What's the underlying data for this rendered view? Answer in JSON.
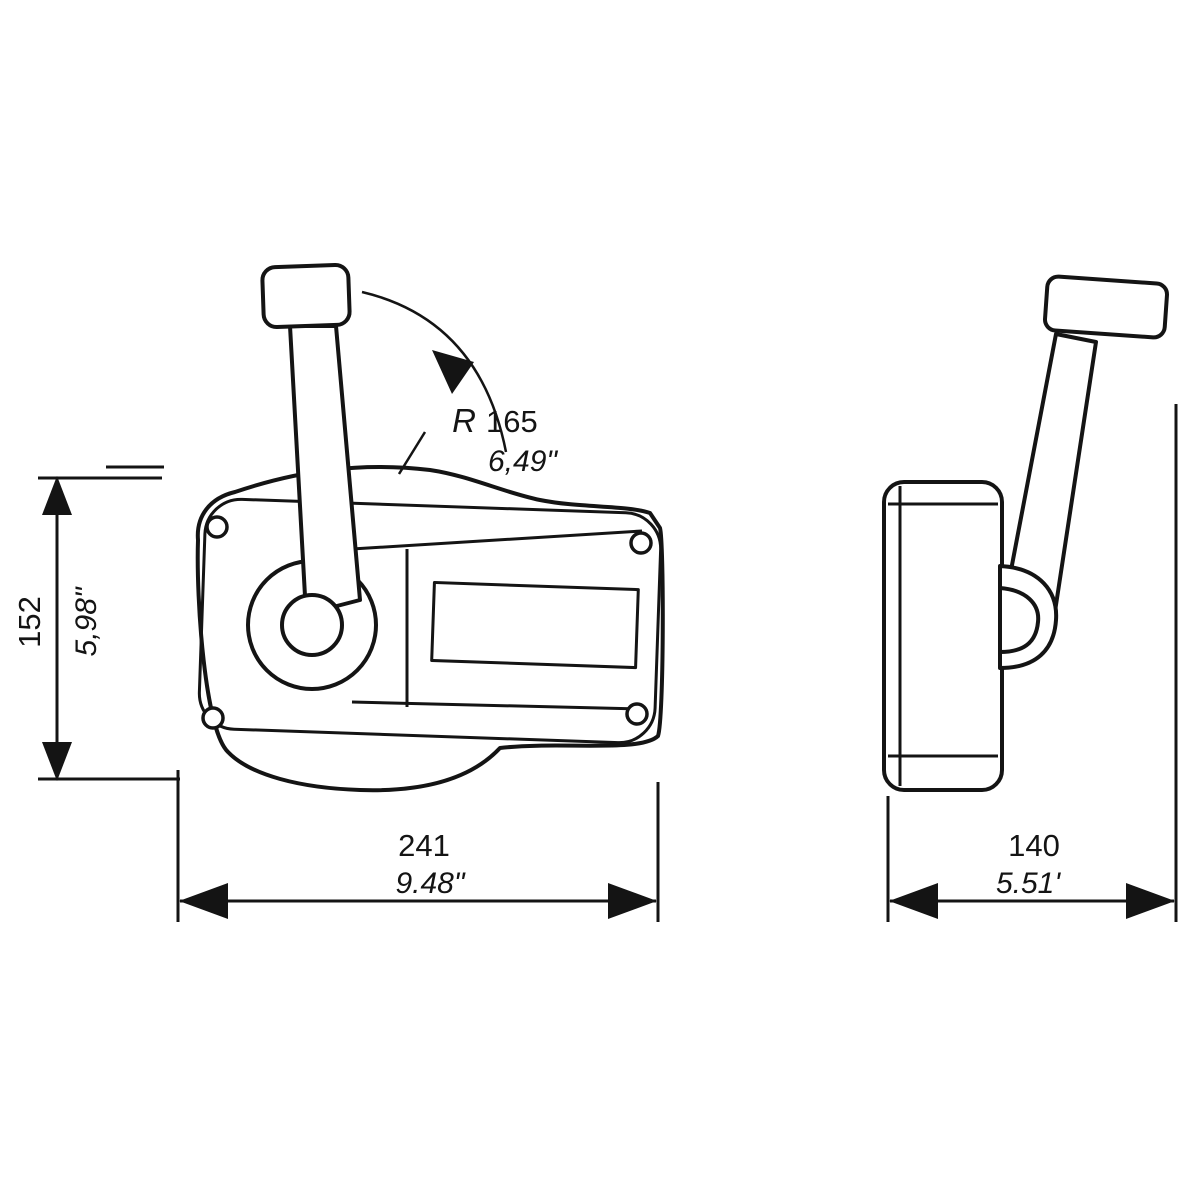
{
  "drawing": {
    "type": "technical-dimension-drawing",
    "subject": "single-lever engine control, front and side views",
    "line_color": "#141414",
    "background_color": "#ffffff",
    "dimensions": {
      "height": {
        "mm": "152",
        "inch": "5,98\""
      },
      "radius": {
        "prefix": "R",
        "mm": "165",
        "inch": "6,49\""
      },
      "width": {
        "mm": "241",
        "inch": "9.48\""
      },
      "depth": {
        "mm": "140",
        "inch": "5.51'"
      }
    }
  }
}
